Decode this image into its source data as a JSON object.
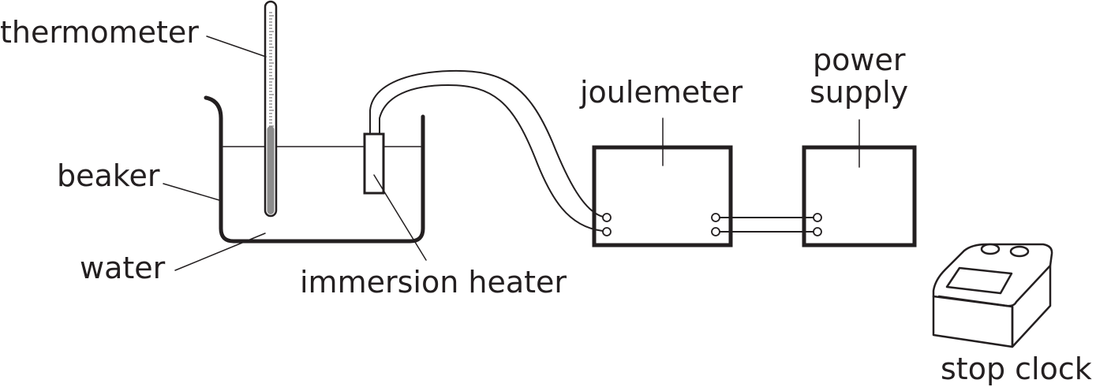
{
  "labels": {
    "thermometer": "thermometer",
    "beaker": "beaker",
    "water": "water",
    "immersion_heater": "immersion heater",
    "joulemeter": "joulemeter",
    "power_supply_line1": "power",
    "power_supply_line2": "supply",
    "stop_clock": "stop clock"
  },
  "colors": {
    "ink": "#231f20",
    "mercury": "#8c8c8c",
    "background": "#ffffff"
  }
}
